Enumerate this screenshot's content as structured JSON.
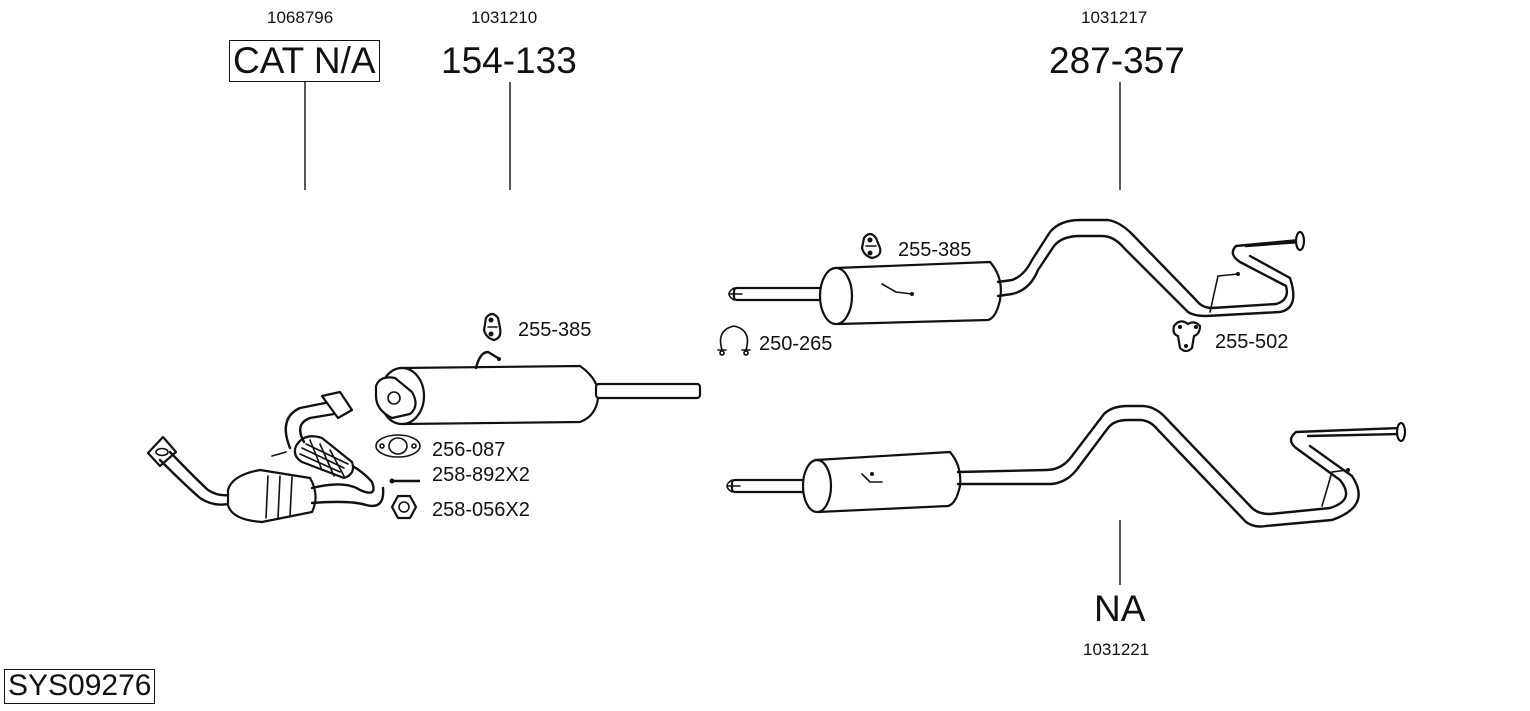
{
  "diagram_id": "SYS09276",
  "callouts": [
    {
      "ref": "1068796",
      "part": "CAT N/A",
      "boxed": true
    },
    {
      "ref": "1031210",
      "part": "154-133"
    },
    {
      "ref": "1031217",
      "part": "287-357"
    },
    {
      "ref": "1031221",
      "part": "NA"
    }
  ],
  "accessories": {
    "front_hanger": {
      "icon": "rubber-hanger-icon",
      "label": "255-385"
    },
    "gasket": {
      "icon": "flange-gasket-icon",
      "label": "256-087"
    },
    "bolt": {
      "icon": "bolt-icon",
      "label": "258-892X2"
    },
    "nut": {
      "icon": "hex-nut-icon",
      "label": "258-056X2"
    },
    "rear_hanger": {
      "icon": "rubber-hanger-icon",
      "label": "255-385"
    },
    "clamp": {
      "icon": "pipe-clamp-icon",
      "label": "250-265"
    },
    "tail_hanger": {
      "icon": "triple-hanger-icon",
      "label": "255-502"
    }
  }
}
